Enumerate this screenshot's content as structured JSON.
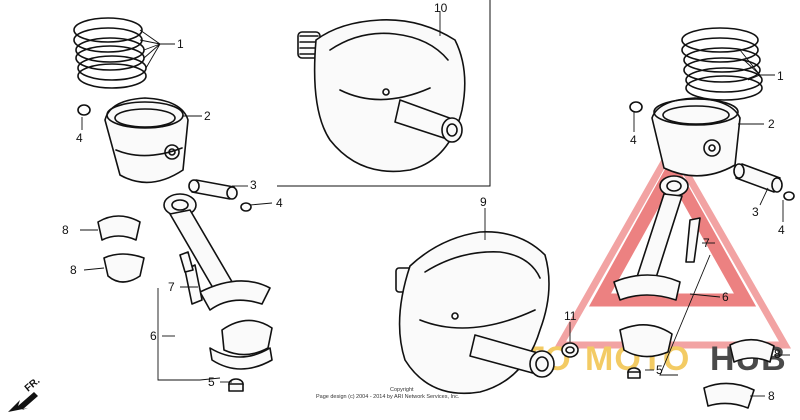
{
  "callouts": {
    "c1_left": "1",
    "c2_left": "2",
    "c3_left": "3",
    "c4_left_top": "4",
    "c4_left_pin": "4",
    "c5_left": "5",
    "c6_left": "6",
    "c7_left": "7",
    "c8_left_top": "8",
    "c8_left_bottom": "8",
    "c9": "9",
    "c10": "10",
    "c11": "11",
    "c1_right": "1",
    "c2_right": "2",
    "c3_right": "3",
    "c4_right_top": "4",
    "c4_right_pin": "4",
    "c5_right": "5",
    "c6_right": "6",
    "c7_right": "7",
    "c8_right_top": "8",
    "c8_right_bottom": "8"
  },
  "direction_label": "FR.",
  "copyright": {
    "line1": "Copyright",
    "line2": "Page design (c) 2004 - 2014 by ARI Network Services, Inc."
  },
  "watermark": {
    "text_a": "AUTO",
    "text_b": "MOTO",
    "text_c": "HUB",
    "color_red": "#e23a3a",
    "color_yellow": "#f2c24a",
    "color_dark": "#2b2b2b"
  }
}
